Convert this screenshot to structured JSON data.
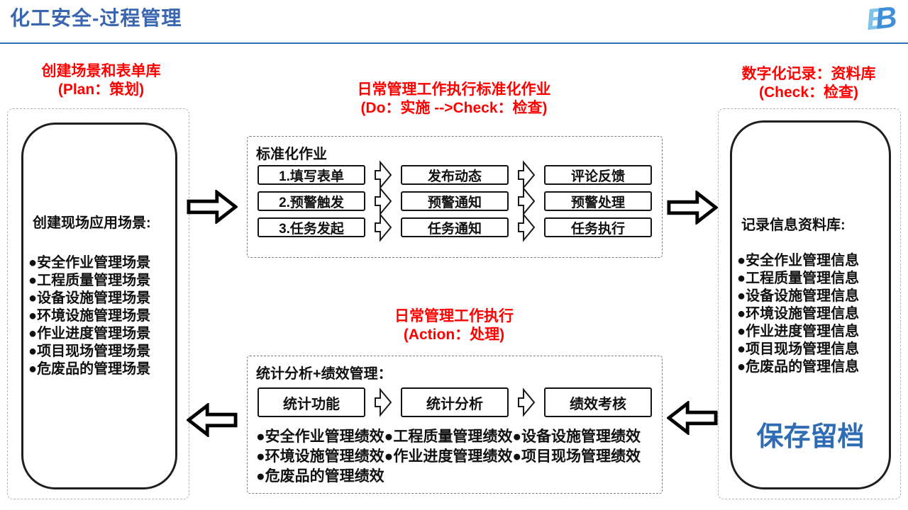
{
  "header": {
    "title": "化工安全-过程管理",
    "logo_e": "E",
    "logo_b": "B"
  },
  "plan": {
    "heading_line1": "创建场景和表单库",
    "heading_line2": "(Plan：策划)",
    "intro": "创建现场应用场景:",
    "items": [
      "●安全作业管理场景",
      "●工程质量管理场景",
      "●设备设施管理场景",
      "●环境设施管理场景",
      "●作业进度管理场景",
      "●项目现场管理场景",
      "●危废品的管理场景"
    ]
  },
  "do_check": {
    "heading_line1": "日常管理工作执行标准化作业",
    "heading_line2": "(Do：实施 -->Check：检查)",
    "box_title": "标准化作业",
    "rows": [
      [
        "1.填写表单",
        "发布动态",
        "评论反馈"
      ],
      [
        "2.预警触发",
        "预警通知",
        "预警处理"
      ],
      [
        "3.任务发起",
        "任务通知",
        "任务执行"
      ]
    ]
  },
  "check": {
    "heading_line1": "数字化记录：资料库",
    "heading_line2": "(Check：检查)",
    "intro": "记录信息资料库:",
    "items": [
      "●安全作业管理信息",
      "●工程质量管理信息",
      "●设备设施管理信息",
      "●环境设施管理信息",
      "●作业进度管理信息",
      "●项目现场管理信息",
      "●危废品的管理信息"
    ],
    "footer": "保存留档"
  },
  "action": {
    "heading_line1": "日常管理工作执行",
    "heading_line2": "(Action：处理)",
    "box_title": "统计分析+绩效管理：",
    "steps": [
      "统计功能",
      "统计分析",
      "绩效考核"
    ],
    "bullet_lines": [
      "●安全作业管理绩效●工程质量管理绩效●设备设施管理绩效",
      "●环境设施管理绩效●作业进度管理绩效●项目现场管理绩效",
      "●危废品的管理绩效"
    ]
  },
  "colors": {
    "title_blue": "#3A66B0",
    "divider_blue": "#2E74B5",
    "heading_red": "#FF0000",
    "archive_blue": "#2E6DB4",
    "logo_light_blue": "#7EC3EA",
    "logo_dark_blue": "#418FD9"
  }
}
